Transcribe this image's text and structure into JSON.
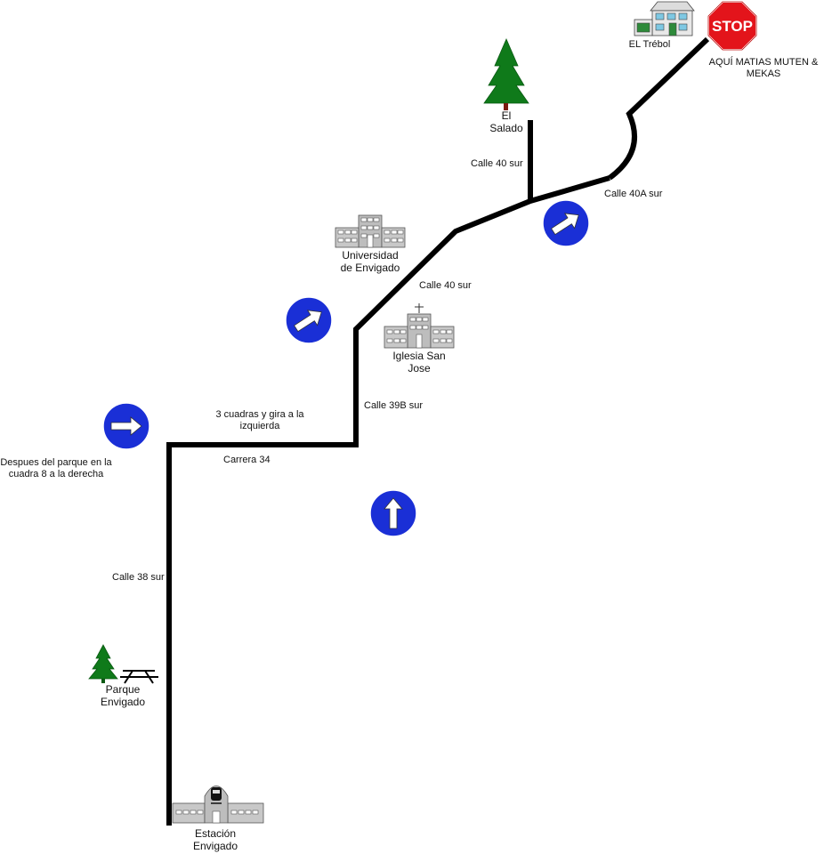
{
  "map": {
    "places": {
      "el_trebol": "EL Trébol",
      "stop_sign": "STOP",
      "destination_note": [
        "AQUÍ MATIAS MUTEN &",
        "MEKAS"
      ],
      "el_salado": [
        "El",
        "Salado"
      ],
      "universidad": [
        "Universidad",
        "de Envigado"
      ],
      "iglesia": [
        "Iglesia San",
        "Jose"
      ],
      "parque": [
        "Parque",
        "Envigado"
      ],
      "estacion": [
        "Estación",
        "Envigado"
      ]
    },
    "streets": {
      "calle_40_sur_a": "Calle 40 sur",
      "calle_40a_sur": "Calle 40A sur",
      "calle_40_sur_b": "Calle 40 sur",
      "calle_39b_sur": "Calle 39B sur",
      "carrera_34": "Carrera 34",
      "calle_38_sur": "Calle 38 sur"
    },
    "instructions": {
      "tres_cuadras": [
        "3 cuadras y gira a la",
        "izquierda"
      ],
      "despues_parque": [
        "Despues del parque en la",
        "cuadra 8 a la derecha"
      ]
    },
    "colors": {
      "route": "#000000",
      "sign_blue": "#1a2fd6",
      "stop_red": "#e3141b",
      "tree_green": "#0f7a1a",
      "building_gray": "#b8b8b8"
    },
    "icons": [
      "stop-sign-icon",
      "house-icon",
      "tree-icon",
      "building-icon",
      "church-icon",
      "picnic-table-icon",
      "train-station-icon",
      "arrow-sign-icon"
    ]
  }
}
